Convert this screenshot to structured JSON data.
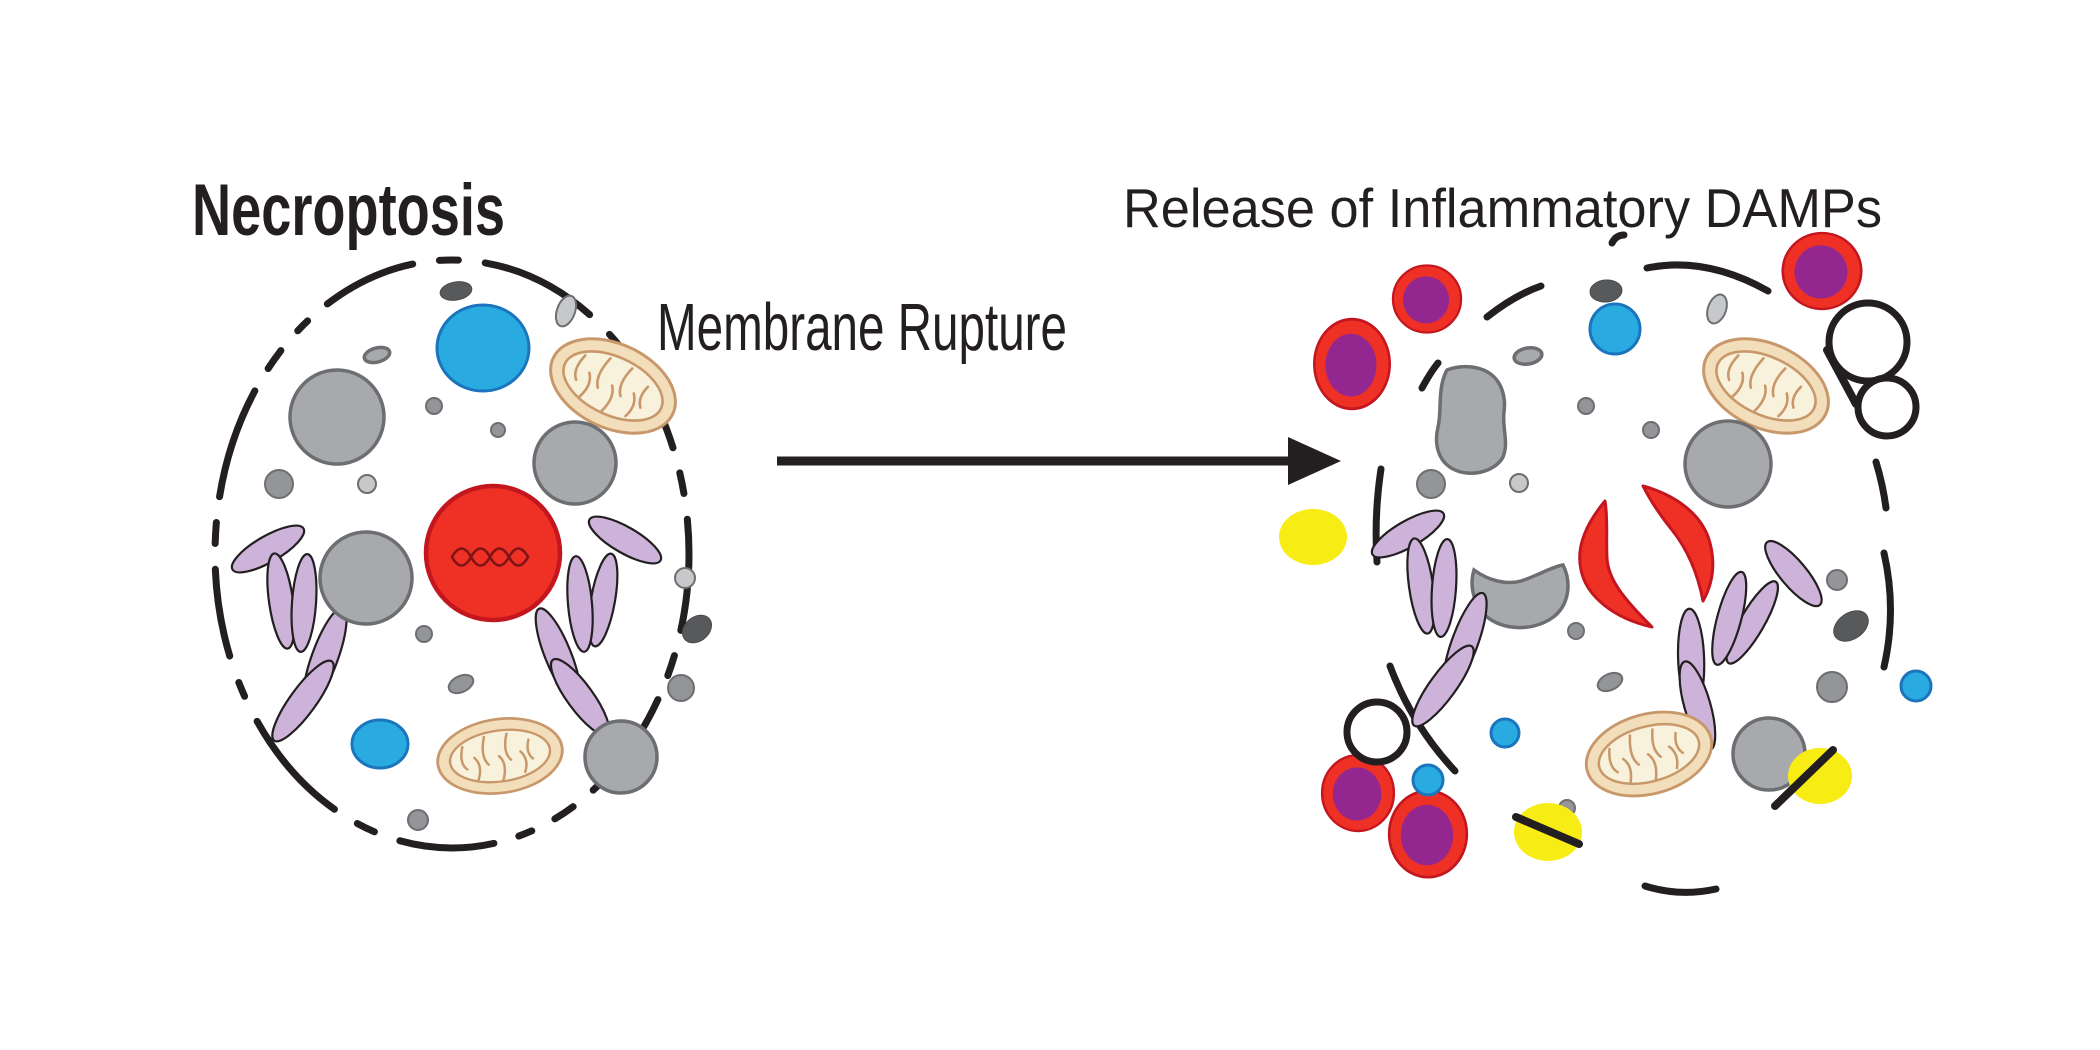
{
  "title": "Necroptosis",
  "labels": {
    "membrane_rupture": "Membrane Rupture",
    "release_damps": "Release of Inflammatory DAMPs"
  },
  "colors": {
    "outline": "#231F20",
    "nucleus_red": "#EE3124",
    "nucleus_red_stroke": "#C4161F",
    "dna": "#7E1416",
    "vesicle_blue": "#29ABE2",
    "vesicle_blue_stroke": "#1B75BC",
    "golgi_lavender": "#CDB3D9",
    "mito_fill": "#F2DEBB",
    "mito_stroke": "#C8986B",
    "mito_inner": "#F8F1DC",
    "damp_yellow": "#F7EC13",
    "damp_purple": "#93278F",
    "organelle_gray": "#A7A9AC",
    "organelle_gray_stroke": "#6D6E71",
    "granule_gray": "#939598",
    "light_gray": "#C7C8CA",
    "dark_gray": "#58595B",
    "bg": "#FFFFFF"
  }
}
